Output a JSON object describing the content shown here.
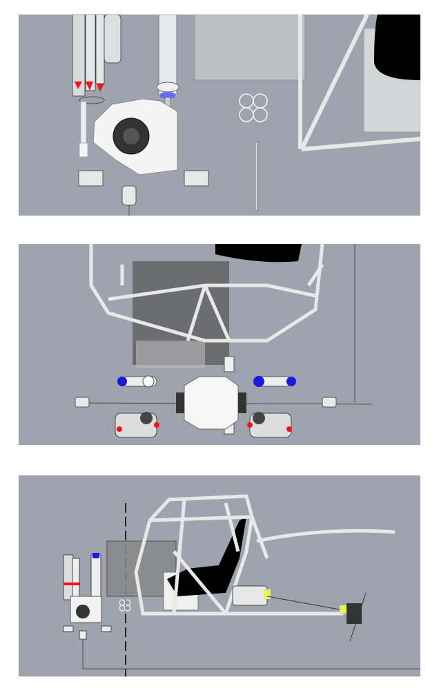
{
  "colors": {
    "viewport_background": "#9ea4ad",
    "page_background": "#ffffff",
    "wireframe": "#f2f2f2",
    "outline": "#3a3a3a",
    "seat": "#000000",
    "accent_red": "#ff1010",
    "accent_blue": "#1a1adc",
    "accent_yellow": "#e8f05a"
  },
  "views": [
    {
      "id": "top-view"
    },
    {
      "id": "front-view"
    },
    {
      "id": "side-view"
    }
  ]
}
